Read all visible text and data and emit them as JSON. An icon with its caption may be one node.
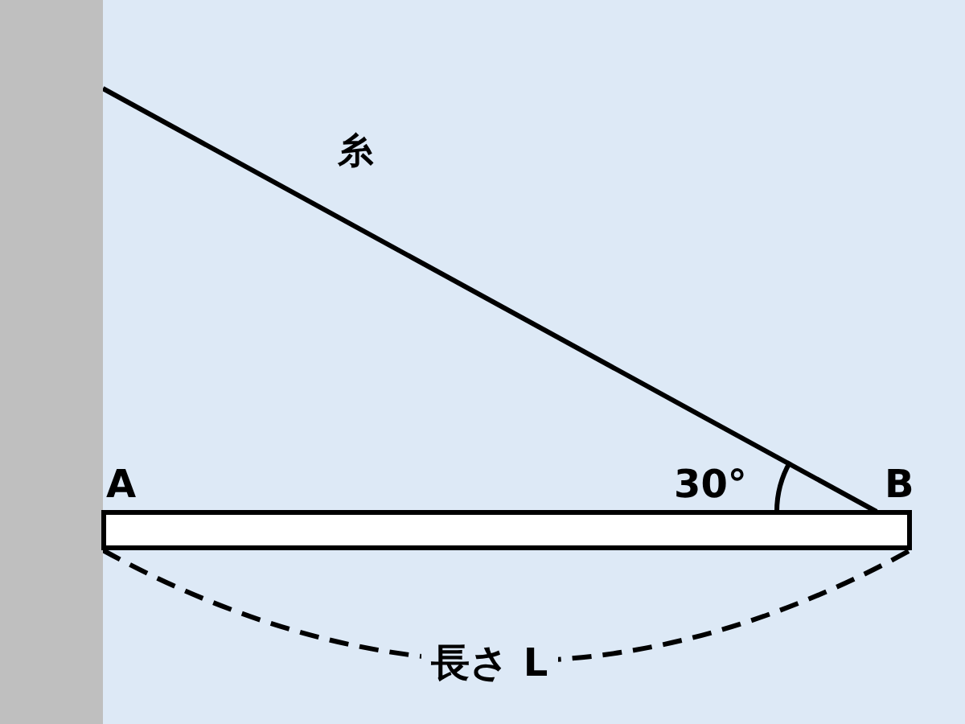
{
  "diagram": {
    "nodes": [
      {
        "text": [],
        "shape": "bar"
      },
      {
        "text": [],
        "shape": "bar"
      }
    ],
    "edges": [
      {
        "from": 0,
        "to": 1,
        "arrow": "none",
        "label": "糸"
      }
    ],
    "labels": [
      "A",
      "30°",
      "B",
      "長さ L"
    ]
  }
}
